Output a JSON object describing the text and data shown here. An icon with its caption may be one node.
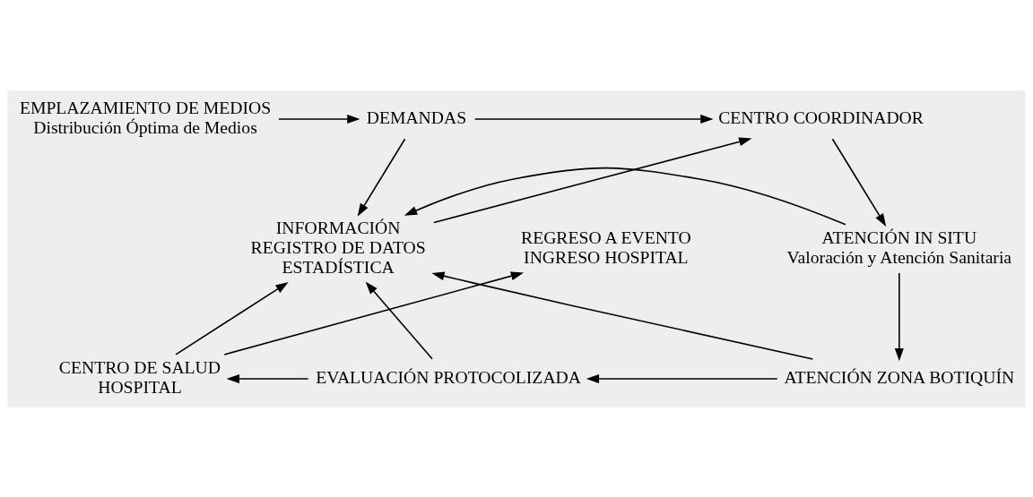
{
  "diagram": {
    "nodes": [
      {
        "text": [
          "EMPLAZAMIENTO DE MEDIOS",
          "Distribución Óptima de Medios"
        ]
      },
      {
        "text": [
          "DEMANDAS"
        ]
      },
      {
        "text": [
          "CENTRO COORDINADOR"
        ]
      },
      {
        "text": [
          "REGRESO A EVENTO",
          "INGRESO HOSPITAL"
        ]
      },
      {
        "text": [
          "INFORMACIÓN",
          "REGISTRO DE DATOS",
          "ESTADÍSTICA"
        ]
      },
      {
        "text": [
          "ATENCIÓN IN SITU",
          "Valoración y Atención Sanitaria"
        ]
      },
      {
        "text": [
          "CENTRO DE SALUD",
          "HOSPITAL"
        ]
      },
      {
        "text": [
          "EVALUACIÓN PROTOCOLIZADA"
        ]
      },
      {
        "text": [
          "ATENCIÓN ZONA BOTIQUÍN"
        ]
      }
    ],
    "edges": [
      {
        "from": 0,
        "to": 1,
        "arrow": "to"
      },
      {
        "from": 1,
        "to": 2,
        "arrow": "to"
      },
      {
        "from": 1,
        "to": 4,
        "arrow": "to"
      },
      {
        "from": 4,
        "to": 2,
        "arrow": "to"
      },
      {
        "from": 2,
        "to": 5,
        "arrow": "to"
      },
      {
        "from": 5,
        "to": 4,
        "arrow": "to"
      },
      {
        "from": 5,
        "to": 8,
        "arrow": "to"
      },
      {
        "from": 8,
        "to": 4,
        "arrow": "to"
      },
      {
        "from": 8,
        "to": 7,
        "arrow": "to"
      },
      {
        "from": 7,
        "to": 4,
        "arrow": "to"
      },
      {
        "from": 7,
        "to": 6,
        "arrow": "to"
      },
      {
        "from": 6,
        "to": 4,
        "arrow": "to"
      },
      {
        "from": 6,
        "to": 3,
        "arrow": "to"
      }
    ]
  }
}
